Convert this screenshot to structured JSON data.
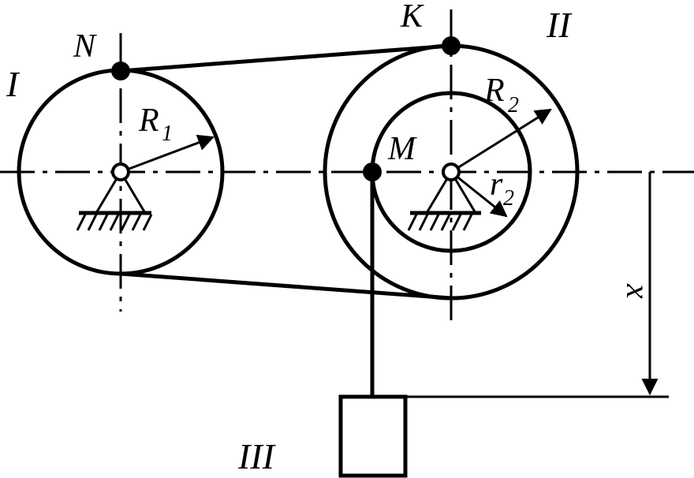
{
  "labels": {
    "wheel_1": "I",
    "wheel_2": "II",
    "load": "III",
    "point_n": "N",
    "point_k": "K",
    "point_m": "M",
    "radius_1": "R",
    "radius_1_sub": "1",
    "radius_2": "R",
    "radius_2_sub": "2",
    "radius_2_inner": "r",
    "radius_2_inner_sub": "2",
    "displacement": "x"
  }
}
